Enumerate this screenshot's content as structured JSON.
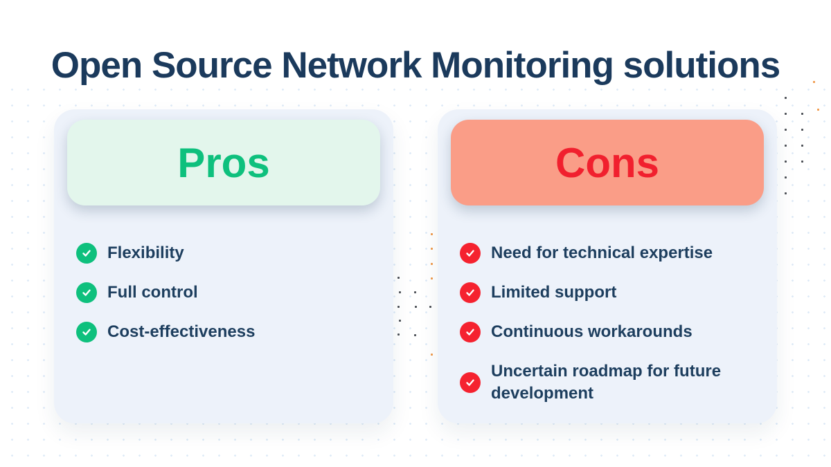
{
  "title": "Open Source Network Monitoring solutions",
  "colors": {
    "title": "#1b3a5c",
    "body_text": "#1d3e5e",
    "card_bg": "#edf2fa",
    "pros_accent": "#0ec07d",
    "pros_pill_bg": "#e3f6ec",
    "cons_accent": "#f1202e",
    "cons_check": "#f5222f",
    "cons_pill_bg": "#fa9d87",
    "dot_blue": "#bcd4ee",
    "dot_orange": "#f09a4a",
    "dot_dark": "#4b4f55"
  },
  "pros": {
    "label": "Pros",
    "items": [
      "Flexibility",
      "Full control",
      "Cost-effectiveness"
    ]
  },
  "cons": {
    "label": "Cons",
    "items": [
      "Need for technical expertise",
      "Limited support",
      "Continuous workarounds",
      "Uncertain roadmap for future development"
    ]
  },
  "icons": {
    "pros_item_icon": "check-circle-icon",
    "cons_item_icon": "check-circle-icon"
  }
}
